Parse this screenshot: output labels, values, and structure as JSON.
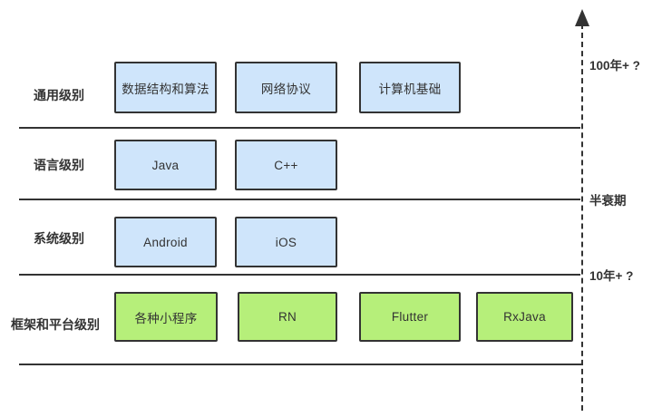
{
  "colors": {
    "blue-fill": "#cfe5fb",
    "green-fill": "#b6ef7a",
    "line": "#333333",
    "text": "#333333"
  },
  "rows": [
    {
      "label": "通用级别",
      "boxes": [
        {
          "label": "数据结构和算法"
        },
        {
          "label": "网络协议"
        },
        {
          "label": "计算机基础"
        }
      ]
    },
    {
      "label": "语言级别",
      "boxes": [
        {
          "label": "Java"
        },
        {
          "label": "C++"
        }
      ]
    },
    {
      "label": "系统级别",
      "boxes": [
        {
          "label": "Android"
        },
        {
          "label": "iOS"
        }
      ]
    },
    {
      "label": "框架和平台级别",
      "boxes": [
        {
          "label": "各种小程序"
        },
        {
          "label": "RN"
        },
        {
          "label": "Flutter"
        },
        {
          "label": "RxJava"
        }
      ]
    }
  ],
  "axis": {
    "label_top": "100年+ ?",
    "label_middle": "半衰期",
    "label_bottom": "10年+ ?"
  }
}
